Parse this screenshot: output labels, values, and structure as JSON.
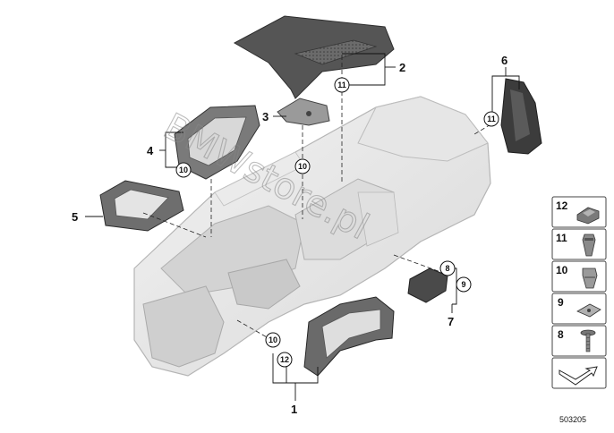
{
  "watermark": "BMWstore.pl",
  "reference_number": "503205",
  "callouts": [
    "1",
    "2",
    "3",
    "4",
    "5",
    "6",
    "7"
  ],
  "bubbles": [
    "8",
    "9",
    "10",
    "11",
    "12"
  ],
  "legend": [
    {
      "number": "12",
      "icon": "plastic-clip-icon"
    },
    {
      "number": "11",
      "icon": "expanding-clip-icon"
    },
    {
      "number": "10",
      "icon": "clip-nut-icon"
    },
    {
      "number": "9",
      "icon": "speed-nut-icon"
    },
    {
      "number": "8",
      "icon": "screw-icon"
    },
    {
      "number": "",
      "icon": "arrow-icon"
    }
  ]
}
